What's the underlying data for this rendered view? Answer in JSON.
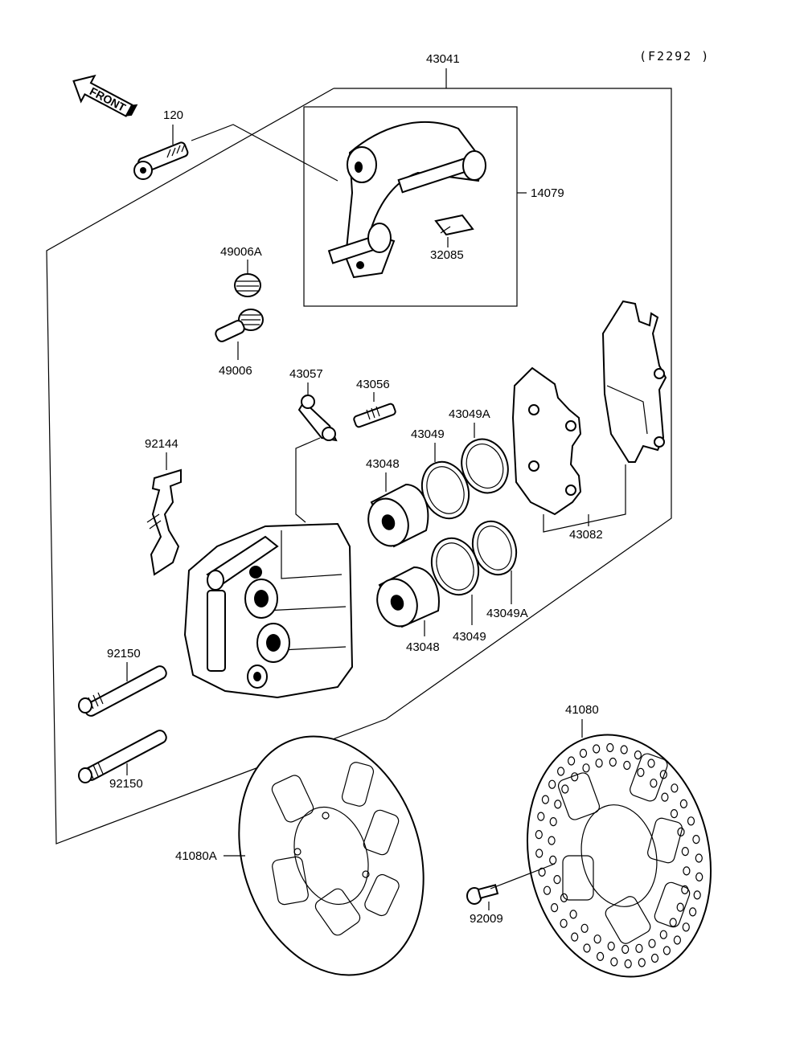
{
  "diagram_code": "(F2292 )",
  "front_arrow_label": "FRONT",
  "parts": {
    "assy": "43041",
    "bolt": "120",
    "holder": "14079",
    "spring_small": "32085",
    "bleeder_cap": "49006A",
    "bleeder_valve": "49006",
    "fitting_plate": "43057",
    "bleeder_43056": "43056",
    "seal_a_top": "43049A",
    "seal_top": "43049",
    "piston_top": "43048",
    "pad_spring": "92144",
    "pads": "43082",
    "seal_a_bottom": "43049A",
    "seal_bottom": "43049",
    "piston_bottom": "43048",
    "pin_top": "92150",
    "pin_bottom": "92150",
    "disc_right": "41080",
    "disc_left": "41080A",
    "disc_bolt": "92009"
  }
}
